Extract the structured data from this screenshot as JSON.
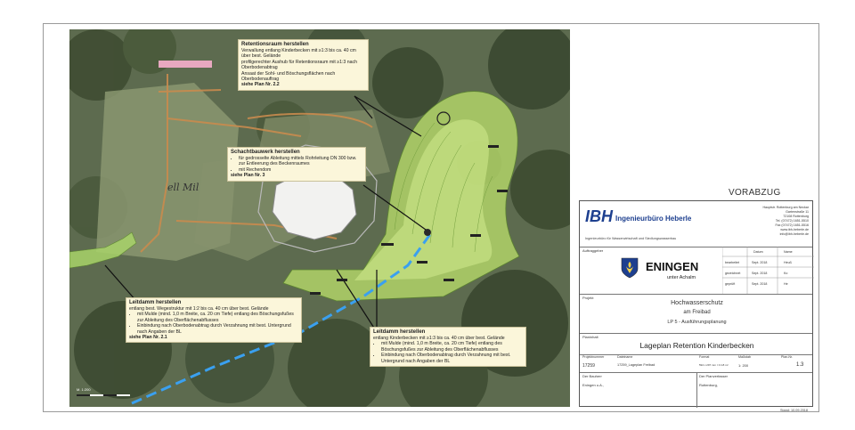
{
  "notes": {
    "retention": {
      "heading": "Retentionsraum herstellen",
      "lines": [
        "Verwallung entlang Kinderbecken mit ≥1:3 bis ca. 40 cm über best. Gelände",
        "profilgerechter Aushub für Retentionsraum mit ≥1:3 nach Oberbodenabtrag",
        "Ansaat der Sohl- und Böschungsflächen nach Oberbodenauftrag"
      ],
      "ref": "siehe Plan Nr. 2.2"
    },
    "schacht": {
      "heading": "Schachtbauwerk herstellen",
      "items": [
        "für gedrosselte Ableitung mittels Rohrleitung DN 300 bzw. zur Entleerung des Beckenraumes",
        "mit Rechendom"
      ],
      "ref": "siehe Plan Nr. 3"
    },
    "leitdamm1": {
      "heading": "Leitdamm herstellen",
      "intro": "entlang best. Wegestruktur mit 1:2 bis ca. 40 cm über best. Gelände",
      "items": [
        "mit Mulde (mind. 1,0 m Breite, ca. 20 cm Tiefe) entlang des Böschungsfußes zur Ableitung des Oberflächenabflusses",
        "Einbindung nach Oberbodenabtrag durch Verzahnung mit best. Untergrund nach Angaben der BL"
      ],
      "ref": "siehe Plan Nr. 2.1"
    },
    "leitdamm2": {
      "heading": "Leitdamm herstellen",
      "intro": "entlang Kinderbecken mit ≥1:3 bis ca. 40 cm über best. Gelände",
      "items": [
        "mit Mulde (mind. 1,0 m Breite, ca. 20 cm Tiefe) entlang des Böschungsfußes zur Ableitung des Oberflächenabflusses",
        "Einbindung nach Oberbodenabtrag durch Verzahnung mit best. Untergrund nach Angaben der BL"
      ]
    }
  },
  "scale_text": "M. 1:200",
  "title_block": {
    "vorabzug": "VORABZUG",
    "company_logo": "IBH",
    "company_name": "Ingenieurbüro Heberle",
    "company_sub": "Ingenieurbüro für Wasserwirtschaft und Siedlungswasserbau",
    "address": [
      "Hauptstr. Rottenburg am Neckar",
      "Gartenstraße 11",
      "72108 Rottenburg",
      "Tel. (07472) 1651-5510",
      "Fax (07472) 1651-5516",
      "www.ibh-heberle.de",
      "info@ibh-heberle.de"
    ],
    "auftraggeber_label": "Auftraggeber",
    "client": "ENINGEN",
    "client_sub": "unter Achalm",
    "datum_label": "Datum",
    "name_label": "Name",
    "rows": [
      {
        "label": "bearbeitet",
        "date": "Sept. 2018",
        "name": "Heuß"
      },
      {
        "label": "gezeichnet",
        "date": "Sept. 2018",
        "name": "Ko"
      },
      {
        "label": "geprüft",
        "date": "Sept. 2018",
        "name": "He"
      }
    ],
    "projekt_label": "Projekt",
    "project_title": "Hochwasserschutz",
    "project_sub": "am Freibad",
    "phase": "LP 5 - Ausführungsplanung",
    "planinhalt_label": "Planinhalt",
    "plan_title": "Lageplan Retention Kinderbecken",
    "meta_labels": [
      "Projektnummer",
      "Dateiname",
      "Format",
      "Maßstab",
      "Plan-Nr."
    ],
    "meta_values": [
      "17259",
      "17259_Lageplan Freibad",
      "594 x 297 mm = 0.18 m²",
      "1: 200",
      "1.3"
    ],
    "bauherr_label": "Der Bauherr",
    "bauherr": "Eningen u.A.,",
    "planverfasser_label": "Der Planverfasser",
    "planverfasser": "Rottenburg,",
    "stand": "Stand: 10.09.2018"
  },
  "colors": {
    "retention_fill": "#b6d96a",
    "leitdamm_fill": "#a9d46a",
    "note_bg": "#fbf6da",
    "pipe_blue": "#3aa0f0",
    "logo_blue": "#1d3f8f"
  }
}
